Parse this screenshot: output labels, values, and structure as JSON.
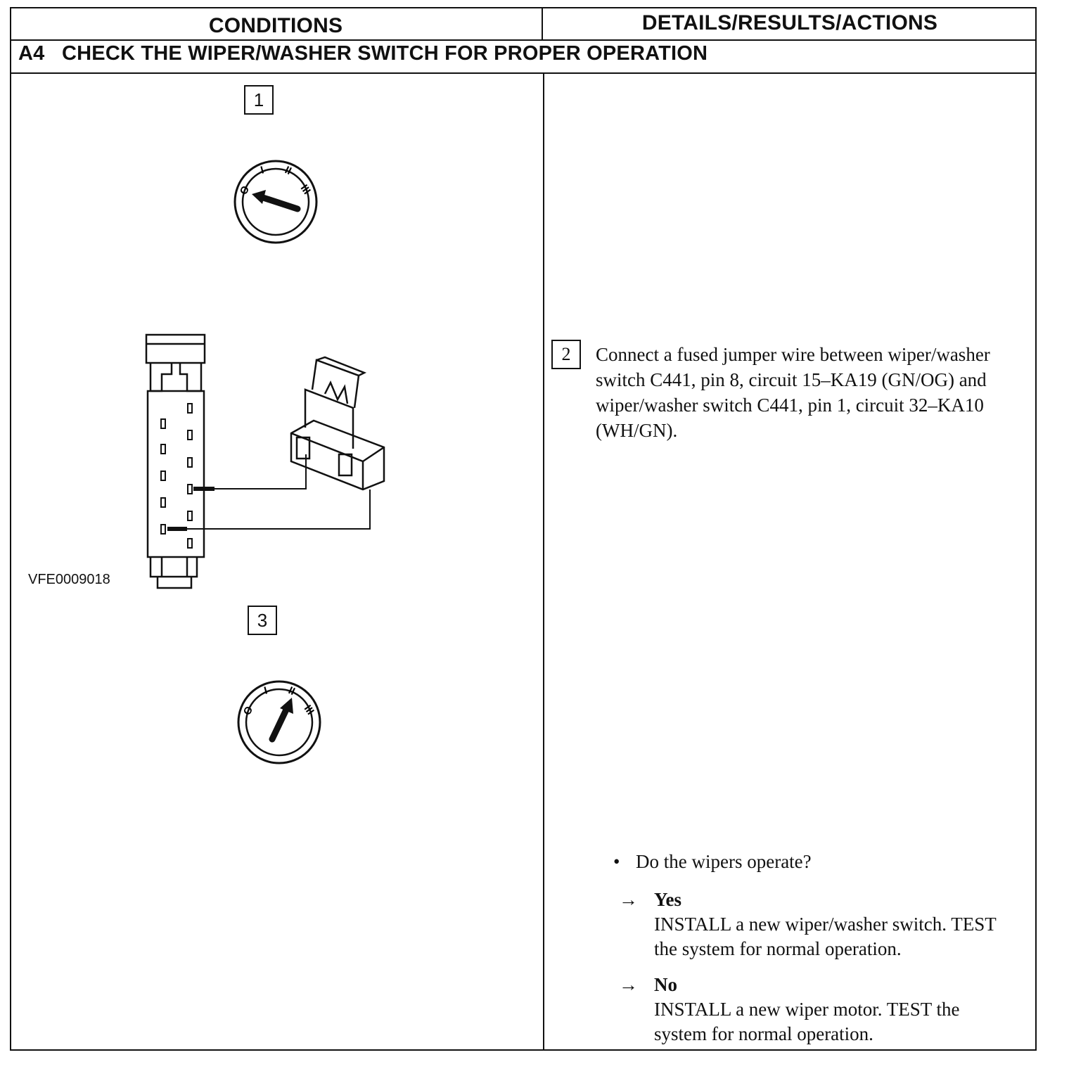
{
  "table": {
    "headers": {
      "conditions": "CONDITIONS",
      "details": "DETAILS/RESULTS/ACTIONS"
    },
    "section": {
      "code": "A4",
      "title": "CHECK THE WIPER/WASHER SWITCH FOR PROPER OPERATION"
    }
  },
  "conditions": {
    "step1_label": "1",
    "step3_label": "3",
    "figure_id": "VFE0009018",
    "switch_positions": [
      "O",
      "I",
      "II",
      "III"
    ],
    "dial1_icon": "wiper-switch-dial-icon (pointer at O)",
    "dial3_icon": "wiper-switch-dial-icon (pointer at II)",
    "connector_icon": "connector-with-fused-jumper-wire-icon"
  },
  "details": {
    "step2_label": "2",
    "step2_text": "Connect a fused jumper wire between wiper/washer switch C441, pin 8, circuit 15–KA19 (GN/OG) and wiper/washer switch C441, pin 1, circuit 32–KA10 (WH/GN).",
    "question": "Do the wipers operate?",
    "bullet_glyph": "•",
    "arrow_glyph": "→",
    "results": [
      {
        "label": "Yes",
        "action": "INSTALL a new wiper/washer switch. TEST the system for normal operation."
      },
      {
        "label": "No",
        "action": "INSTALL a new wiper motor. TEST the system for normal operation."
      }
    ]
  }
}
